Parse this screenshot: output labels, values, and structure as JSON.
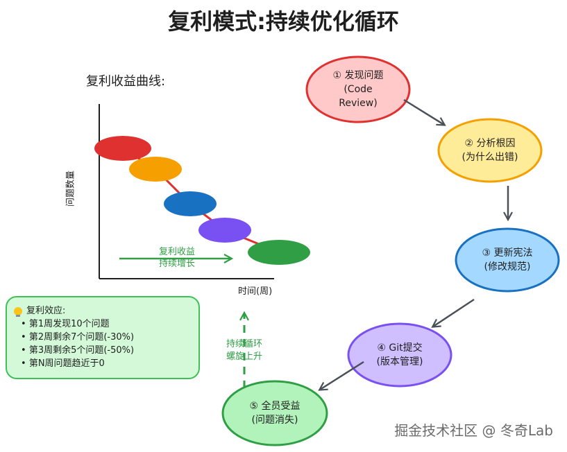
{
  "title": "复利模式:持续优化循环",
  "chart": {
    "title": "复利收益曲线:",
    "ylabel": "问题数量",
    "xlabel": "时间(周)",
    "growth_line1": "复利收益",
    "growth_line2": "持续增长",
    "colors": [
      "#e03131",
      "#f59f00",
      "#1971c2",
      "#7950f2",
      "#2f9e44"
    ]
  },
  "cycle": [
    {
      "lines": [
        "① 发现问题",
        "(Code",
        "Review)"
      ],
      "fill": "#ffc9c9",
      "stroke": "#e03131"
    },
    {
      "lines": [
        "② 分析根因",
        "(为什么出错)"
      ],
      "fill": "#ffec99",
      "stroke": "#f59f00"
    },
    {
      "lines": [
        "③ 更新宪法",
        "(修改规范)"
      ],
      "fill": "#a5d8ff",
      "stroke": "#1971c2"
    },
    {
      "lines": [
        "④ Git提交",
        "(版本管理)"
      ],
      "fill": "#d0bfff",
      "stroke": "#7950f2"
    },
    {
      "lines": [
        "⑤ 全员受益",
        "(问题消失)"
      ],
      "fill": "#b2f2bb",
      "stroke": "#2f9e44"
    }
  ],
  "loop_label": [
    "持续循环",
    "螺旋上升"
  ],
  "note": {
    "heading": "复利效应:",
    "items": [
      "第1周发现10个问题",
      "第2周剩余7个问题(-30%)",
      "第3周剩余5个问题(-50%)",
      "第N周问题趋近于0"
    ]
  },
  "watermark": "掘金技术社区 @ 冬奇Lab"
}
